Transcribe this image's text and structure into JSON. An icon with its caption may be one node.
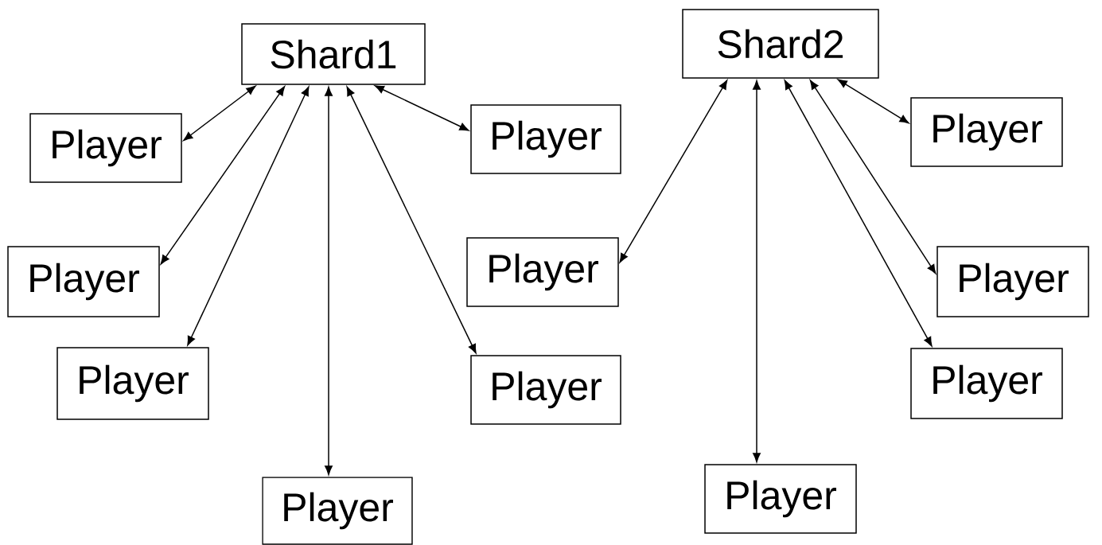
{
  "diagram": {
    "nodes": [
      {
        "text": [
          "Shard1"
        ]
      },
      {
        "text": [
          "Player"
        ]
      },
      {
        "text": [
          "Player"
        ]
      },
      {
        "text": [
          "Player"
        ]
      },
      {
        "text": [
          "Player"
        ]
      },
      {
        "text": [
          "Player"
        ]
      },
      {
        "text": [
          "Player"
        ]
      },
      {
        "text": [
          "Shard2"
        ]
      },
      {
        "text": [
          "Player"
        ]
      },
      {
        "text": [
          "Player"
        ]
      },
      {
        "text": [
          "Player"
        ]
      },
      {
        "text": [
          "Player"
        ]
      },
      {
        "text": [
          "Player"
        ]
      }
    ],
    "edges": [
      {
        "from": 0,
        "to": 1,
        "arrow": "both"
      },
      {
        "from": 0,
        "to": 2,
        "arrow": "both"
      },
      {
        "from": 0,
        "to": 3,
        "arrow": "both"
      },
      {
        "from": 0,
        "to": 4,
        "arrow": "both"
      },
      {
        "from": 0,
        "to": 5,
        "arrow": "both"
      },
      {
        "from": 0,
        "to": 6,
        "arrow": "both"
      },
      {
        "from": 7,
        "to": 8,
        "arrow": "both"
      },
      {
        "from": 7,
        "to": 9,
        "arrow": "both"
      },
      {
        "from": 7,
        "to": 10,
        "arrow": "both"
      },
      {
        "from": 7,
        "to": 11,
        "arrow": "both"
      },
      {
        "from": 7,
        "to": 12,
        "arrow": "both"
      }
    ]
  }
}
